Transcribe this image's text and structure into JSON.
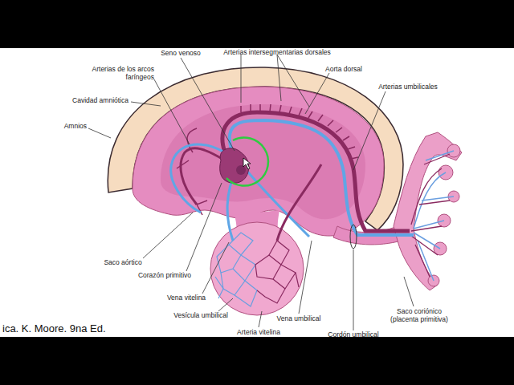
{
  "diagram": {
    "labels": [
      "Seno venoso",
      "Arterias intersegmentarias dorsales",
      "Aorta dorsal",
      "Arterias de los arcos faríngeos",
      "Arterias umbilicales",
      "Cavidad amniótica",
      "Amnios",
      "Saco aórtico",
      "Corazón primitivo",
      "Vena vitelina",
      "Vesícula umbilical",
      "Arteria vitelina",
      "Vena umbilical",
      "Cordón umbilical",
      "Saco coriónico (placenta primitiva)",
      "ica. K. Moore. 9na Ed."
    ]
  }
}
